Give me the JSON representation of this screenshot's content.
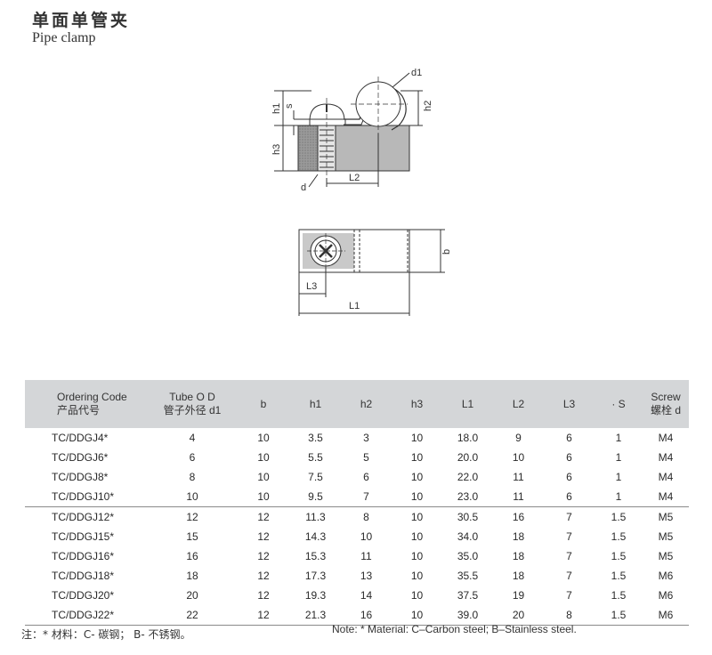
{
  "header": {
    "title_cn": "单面单管夹",
    "title_en": "Pipe clamp"
  },
  "drawing": {
    "labels": {
      "d1": "d1",
      "h1": "h1",
      "s": "s",
      "h2": "h2",
      "h3": "h3",
      "d": "d",
      "L2": "L2",
      "b": "b",
      "L3": "L3",
      "L1": "L1"
    }
  },
  "table": {
    "headers": [
      {
        "en": "Ordering Code",
        "cn": "产品代号"
      },
      {
        "en": "Tube O D",
        "cn": "管子外径 d1"
      },
      {
        "en": "b",
        "cn": ""
      },
      {
        "en": "h1",
        "cn": ""
      },
      {
        "en": "h2",
        "cn": ""
      },
      {
        "en": "h3",
        "cn": ""
      },
      {
        "en": "L1",
        "cn": ""
      },
      {
        "en": "L2",
        "cn": ""
      },
      {
        "en": "L3",
        "cn": ""
      },
      {
        "en": "· S",
        "cn": ""
      },
      {
        "en": "Screw",
        "cn": "螺栓 d"
      }
    ],
    "rows": [
      [
        "TC/DDGJ4*",
        "4",
        "10",
        "3.5",
        "3",
        "10",
        "18.0",
        "9",
        "6",
        "1",
        "M4"
      ],
      [
        "TC/DDGJ6*",
        "6",
        "10",
        "5.5",
        "5",
        "10",
        "20.0",
        "10",
        "6",
        "1",
        "M4"
      ],
      [
        "TC/DDGJ8*",
        "8",
        "10",
        "7.5",
        "6",
        "10",
        "22.0",
        "11",
        "6",
        "1",
        "M4"
      ],
      [
        "TC/DDGJ10*",
        "10",
        "10",
        "9.5",
        "7",
        "10",
        "23.0",
        "11",
        "6",
        "1",
        "M4"
      ],
      [
        "TC/DDGJ12*",
        "12",
        "12",
        "11.3",
        "8",
        "10",
        "30.5",
        "16",
        "7",
        "1.5",
        "M5"
      ],
      [
        "TC/DDGJ15*",
        "15",
        "12",
        "14.3",
        "10",
        "10",
        "34.0",
        "18",
        "7",
        "1.5",
        "M5"
      ],
      [
        "TC/DDGJ16*",
        "16",
        "12",
        "15.3",
        "11",
        "10",
        "35.0",
        "18",
        "7",
        "1.5",
        "M5"
      ],
      [
        "TC/DDGJ18*",
        "18",
        "12",
        "17.3",
        "13",
        "10",
        "35.5",
        "18",
        "7",
        "1.5",
        "M6"
      ],
      [
        "TC/DDGJ20*",
        "20",
        "12",
        "19.3",
        "14",
        "10",
        "37.5",
        "19",
        "7",
        "1.5",
        "M6"
      ],
      [
        "TC/DDGJ22*",
        "22",
        "12",
        "21.3",
        "16",
        "10",
        "39.0",
        "20",
        "8",
        "1.5",
        "M6"
      ]
    ]
  },
  "notes": {
    "cn": "注：* 材料：C- 碳钢；  B- 不锈钢。",
    "en": "Note: * Material: C–Carbon steel; B–Stainless steel."
  }
}
